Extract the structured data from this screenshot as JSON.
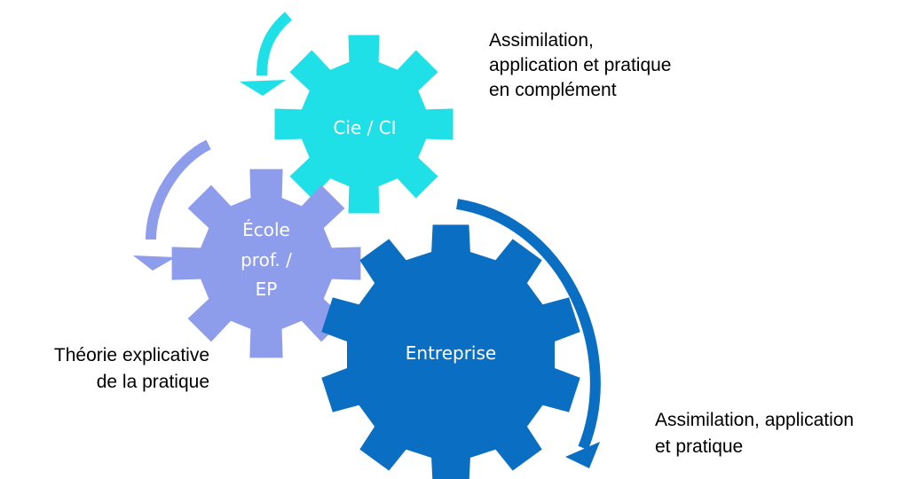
{
  "colors": {
    "cie": "#1ee0e6",
    "ecole": "#8e9cec",
    "entreprise": "#0a6fc2",
    "text_dark": "#000000",
    "text_light": "#ffffff"
  },
  "gears": {
    "cie": {
      "label": "Cie / CI"
    },
    "ecole": {
      "label_line1": "École",
      "label_line2": "prof. /",
      "label_line3": "EP"
    },
    "entreprise": {
      "label": "Entreprise"
    }
  },
  "captions": {
    "cie": {
      "line1": "Assimilation,",
      "line2": "application et pratique",
      "line3": "en complément"
    },
    "ecole": {
      "line1": "Théorie explicative",
      "line2": "de la pratique"
    },
    "entreprise": {
      "line1": "Assimilation, application",
      "line2": "et pratique"
    }
  },
  "icons": {
    "cie_arrow": "curved-arrow-icon",
    "ecole_arrow": "curved-arrow-icon",
    "entreprise_arrow": "curved-arrow-icon"
  }
}
